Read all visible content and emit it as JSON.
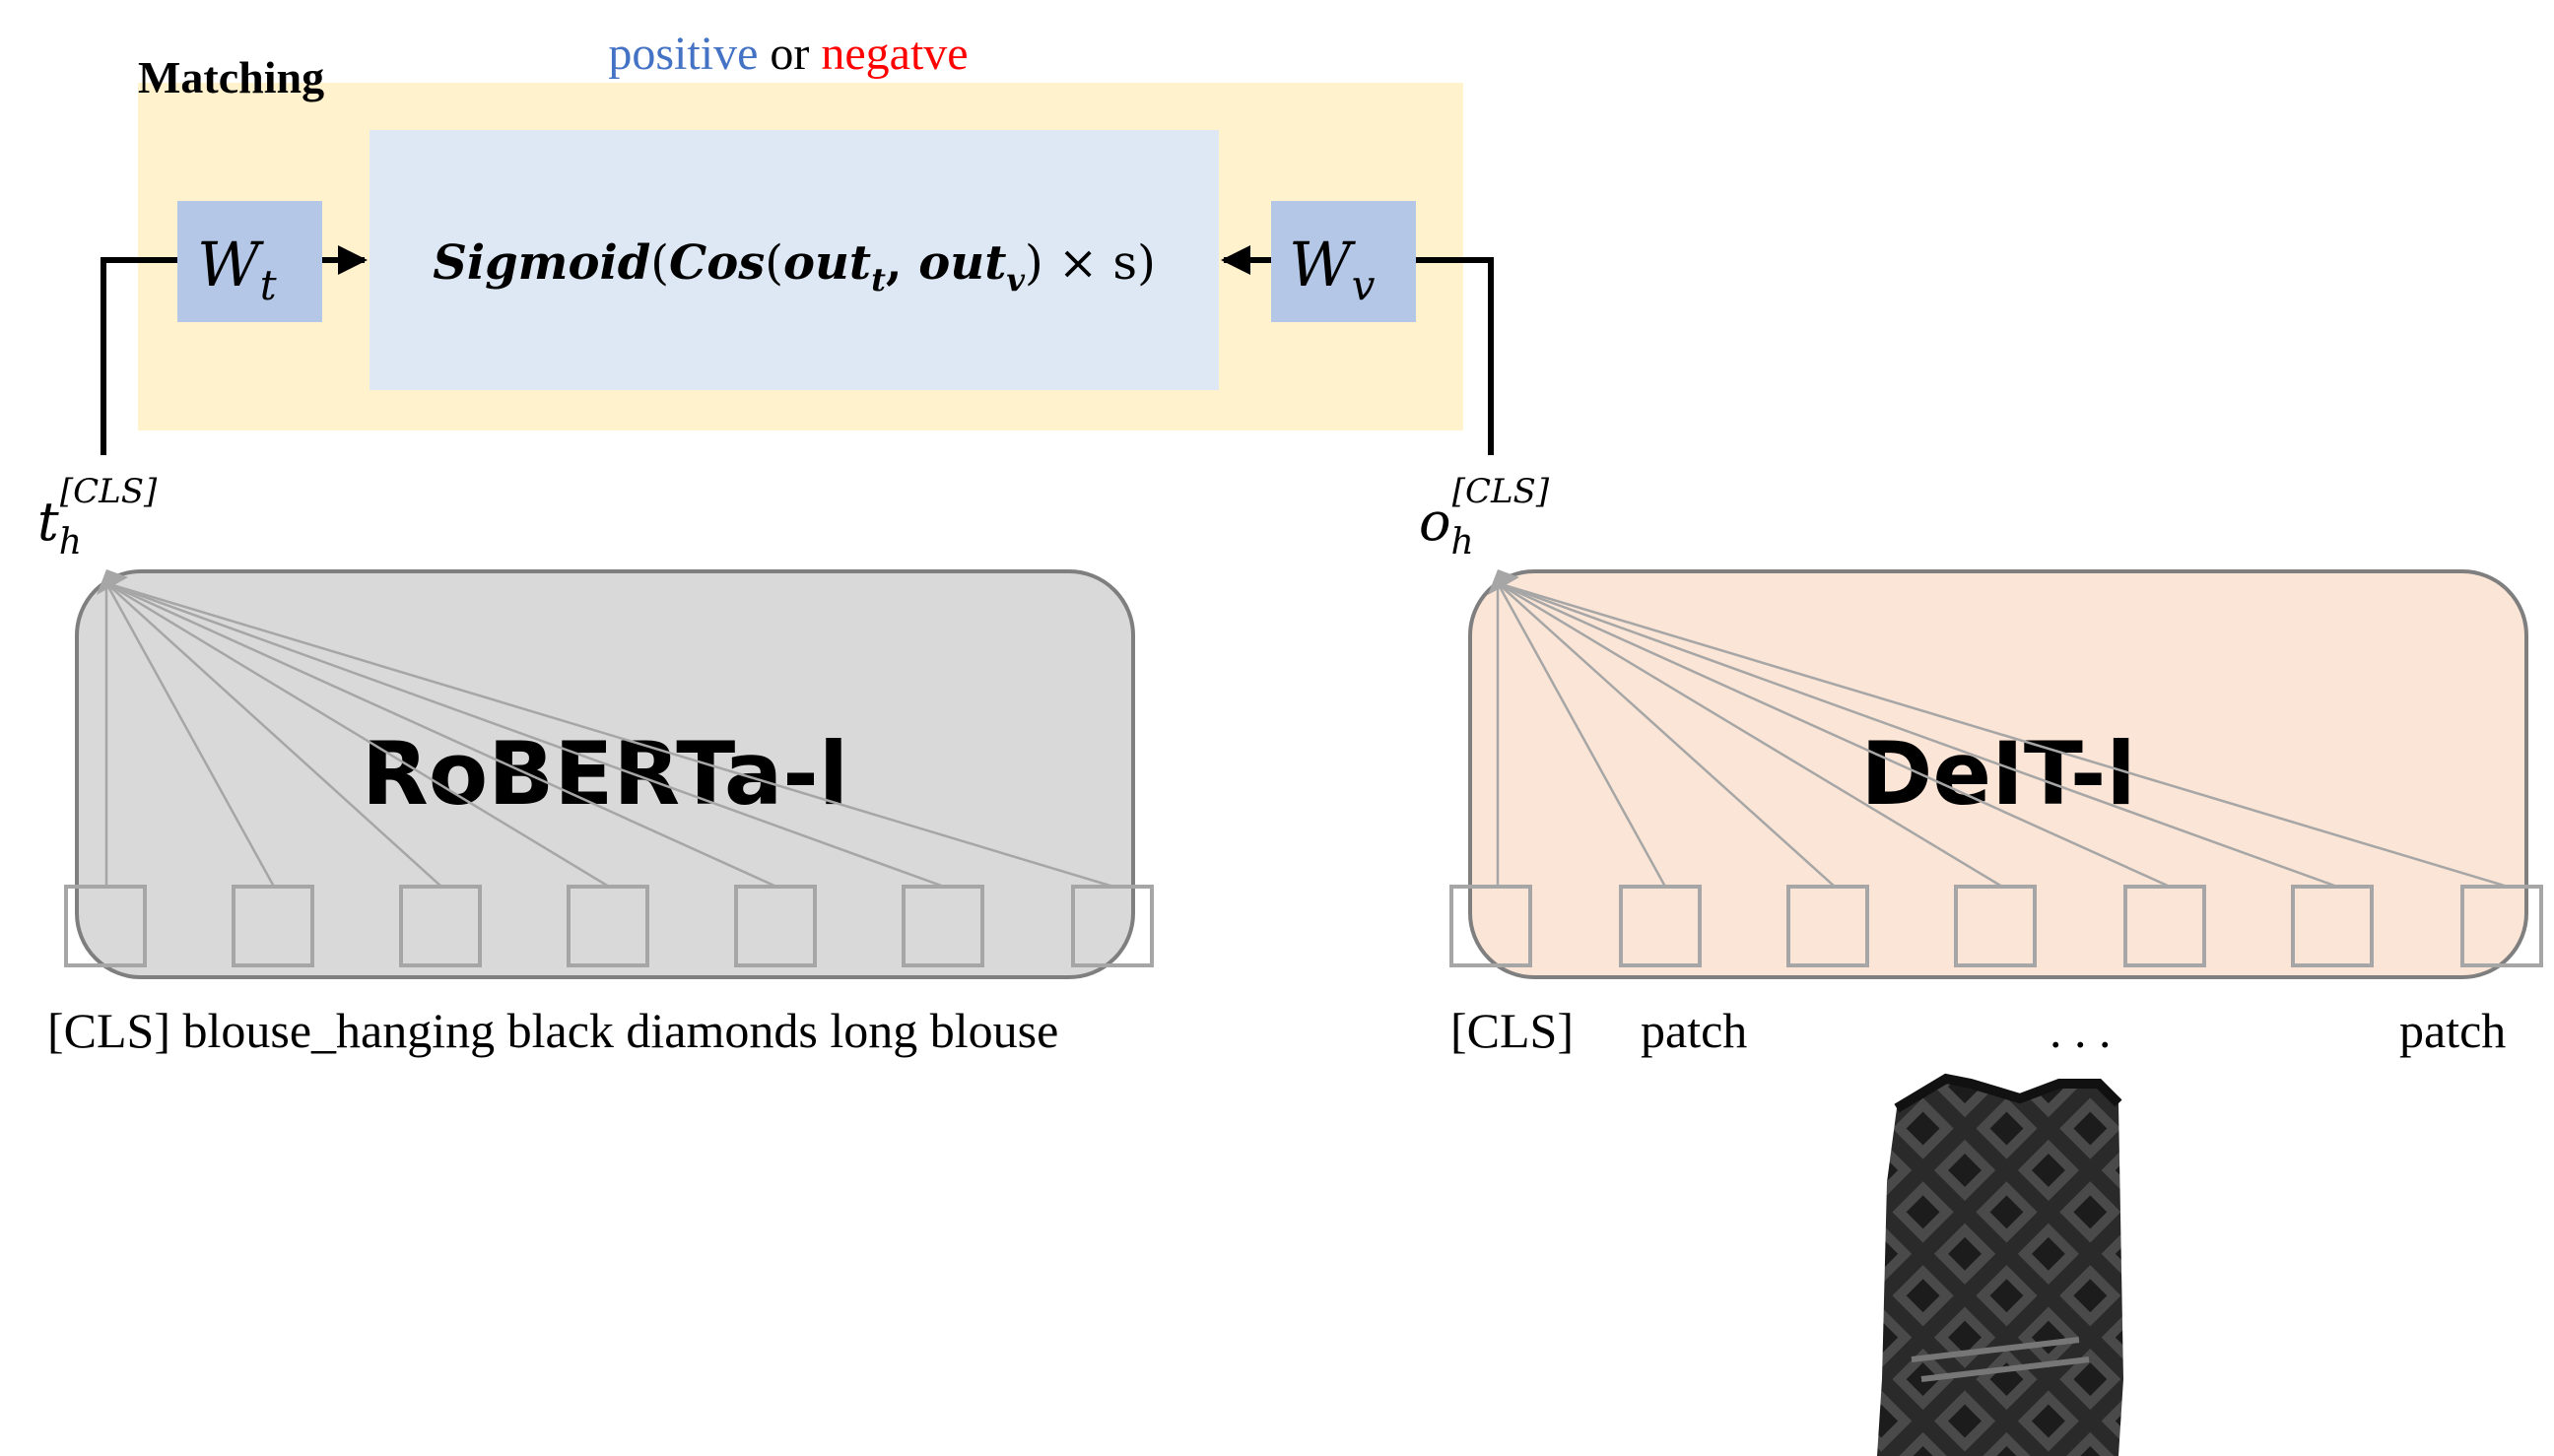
{
  "matching": {
    "title": "Matching",
    "output_label_positive": "positive",
    "output_label_or": "or",
    "output_label_negative": "negatve",
    "formula": {
      "fn": "Sigmoid",
      "open": "(",
      "cos": "Cos",
      "out": "out",
      "sub_t": "t",
      "comma": ", ",
      "sub_v": "v",
      "times_s": ") × s)"
    },
    "wt": {
      "base": "W",
      "sub": "t"
    },
    "wv": {
      "base": "W",
      "sub": "v"
    }
  },
  "text_encoder": {
    "name": "RoBERTa-l",
    "cls_symbol": {
      "base": "t",
      "sub": "h",
      "sup": "[CLS]"
    },
    "input_text": "[CLS] blouse_hanging black diamonds long blouse"
  },
  "image_encoder": {
    "name": "DeIT-l",
    "cls_symbol": {
      "base": "o",
      "sub": "h",
      "sup": "[CLS]"
    },
    "tokens": {
      "cls": "[CLS]",
      "patch_first": "patch",
      "ellipsis": ". . .",
      "patch_last": "patch"
    }
  },
  "image_alt": "black blouse with diamond pattern",
  "colors": {
    "matching_bg": "#fff2cc",
    "formula_bg": "#dde8f4",
    "weight_box": "#b4c7e7",
    "text_encoder_bg": "#d9d9d9",
    "image_encoder_bg": "#fbe5d6",
    "positive": "#4472c4",
    "negative": "#ff0000",
    "token_stroke": "#a6a6a6"
  }
}
